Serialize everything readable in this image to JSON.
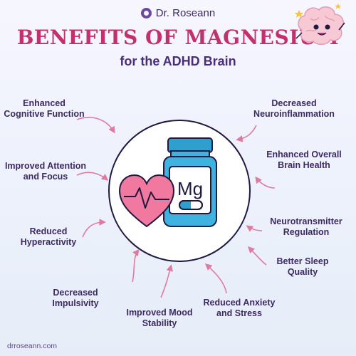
{
  "brand": {
    "name": "Dr. Roseann"
  },
  "header": {
    "title": "BENEFITS OF MAGNESIUM",
    "subtitle": "for the ADHD Brain"
  },
  "illustration": {
    "bottle_label": "Mg",
    "icons": [
      "heart-icon",
      "pill-bottle-icon",
      "capsule-icon",
      "brain-mascot-icon"
    ]
  },
  "benefits": {
    "left": [
      "Enhanced Cognitive Function",
      "Improved Attention and Focus",
      "Reduced Hyperactivity",
      "Decreased Impulsivity"
    ],
    "bottom": [
      "Improved Mood Stability",
      "Reduced Anxiety and Stress"
    ],
    "right": [
      "Decreased Neuroinflammation",
      "Enhanced Overall Brain Health",
      "Neurotransmitter Regulation",
      "Better Sleep Quality"
    ]
  },
  "footer": {
    "url": "drroseann.com"
  },
  "colors": {
    "title": "#c2316e",
    "text": "#3d2a62",
    "arrow": "#e07aa0",
    "bottle": "#2f9fce",
    "heart": "#f1789f",
    "background": "#eef2fc"
  }
}
